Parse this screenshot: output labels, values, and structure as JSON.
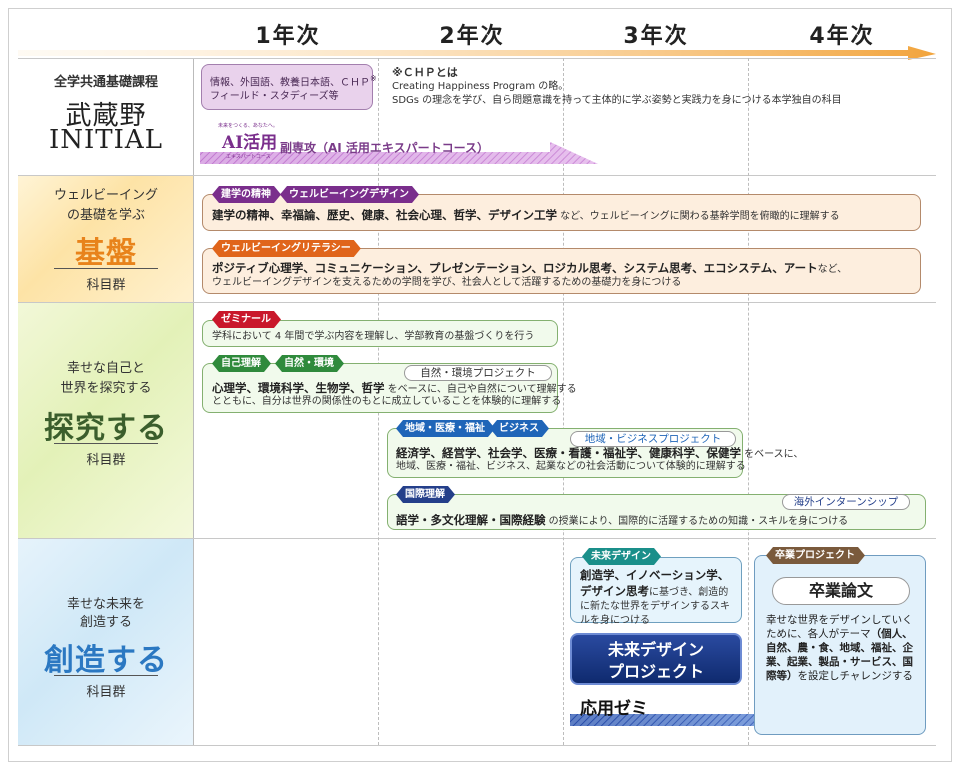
{
  "years": [
    "1年次",
    "2年次",
    "3年次",
    "4年次"
  ],
  "colors": {
    "orange_arrow": "#f2a43c",
    "purple": "#7a2e8c",
    "orange_tag": "#e0651b",
    "red_tag": "#c9182b",
    "green_tag": "#2f8a3c",
    "blue_tag": "#1f65b8",
    "navy_tag": "#243f8a",
    "teal_tag": "#1a8f8a",
    "brown_tag": "#7a5a3c"
  },
  "initial": {
    "sub": "全学共通基礎課程",
    "title1": "武蔵野",
    "title2": "INITIAL",
    "box_line1": "情報、外国語、教養日本語、ＣＨＰ",
    "box_mark": "※",
    "box_line2": "フィールド・スタディーズ等",
    "chp_title": "※ＣＨＰとは",
    "chp_line1": "Creating Happiness Program の略。",
    "chp_line2": "SDGs の理念を学び、自ら問題意識を持って主体的に学ぶ姿勢と実践力を身につける本学独自の科目",
    "ai_logo_top": "未来をつくる、あなたへ。",
    "ai_logo_main": "AI活用",
    "ai_logo_bottom": "エキスパートコース",
    "ai_label": "副専攻（AI 活用エキスパートコース）"
  },
  "kiban": {
    "sub1": "ウェルビーイング",
    "sub2": "の基礎を学ぶ",
    "big": "基盤",
    "foot": "科目群",
    "tag1": "建学の精神",
    "tag2": "ウェルビーイングデザイン",
    "box1_bold": "建学の精神、幸福論、歴史、健康、社会心理、哲学、デザイン工学",
    "box1_rest": " など、ウェルビーイングに関わる基幹学問を俯瞰的に理解する",
    "tag3": "ウェルビーイングリテラシー",
    "box2_bold": "ポジティブ心理学、コミュニケーション、プレゼンテーション、ロジカル思考、システム思考、エコシステム、アート",
    "box2_rest": "など、",
    "box2_line2": "ウェルビーイングデザインを支えるための学問を学び、社会人として活躍するための基礎力を身につける"
  },
  "tankyu": {
    "sub1": "幸せな自己と",
    "sub2": "世界を探究する",
    "big": "探究する",
    "foot": "科目群",
    "tag_seminar": "ゼミナール",
    "seminar_text": "学科において 4 年間で学ぶ内容を理解し、学部教育の基盤づくりを行う",
    "tag_self": "自己理解",
    "tag_nature": "自然・環境",
    "pill_nature": "自然・環境プロジェクト",
    "nature_bold": "心理学、環境科学、生物学、哲学",
    "nature_rest": " をベースに、自己や自然について理解する",
    "nature_line2": "とともに、自分は世界の関係性のもとに成立していることを体験的に理解する",
    "tag_region": "地域・医療・福祉",
    "tag_business": "ビジネス",
    "pill_region": "地域・ビジネスプロジェクト",
    "region_bold": "経済学、経営学、社会学、医療・看護・福祉学、健康科学、保健学",
    "region_rest": " をベースに、",
    "region_line2": "地域、医療・福祉、ビジネス、起業などの社会活動について体験的に理解する",
    "tag_intl": "国際理解",
    "pill_intl": "海外インターンシップ",
    "intl_bold": "語学・多文化理解・国際経験",
    "intl_rest": " の授業により、国際的に活躍するための知識・スキルを身につける"
  },
  "souzou": {
    "sub1": "幸せな未来を",
    "sub2": "創造する",
    "big": "創造する",
    "foot": "科目群",
    "tag_future": "未来デザイン",
    "future_bold": "創造学、イノベーション学、デザイン思考",
    "future_rest": "に基づき、創造的に新たな世界をデザインするスキルを身につける",
    "future_proj1": "未来デザイン",
    "future_proj2": "プロジェクト",
    "applied": "応用ゼミ",
    "tag_grad": "卒業プロジェクト",
    "grad_title": "卒業論文",
    "grad_desc1": "幸せな世界をデザインしていくために、各人がテーマ",
    "grad_desc_bold": "（個人、自然、農・食、地域、福祉、企業、起業、製品・サービス、国際等）",
    "grad_desc2": "を設定しチャレンジする"
  }
}
